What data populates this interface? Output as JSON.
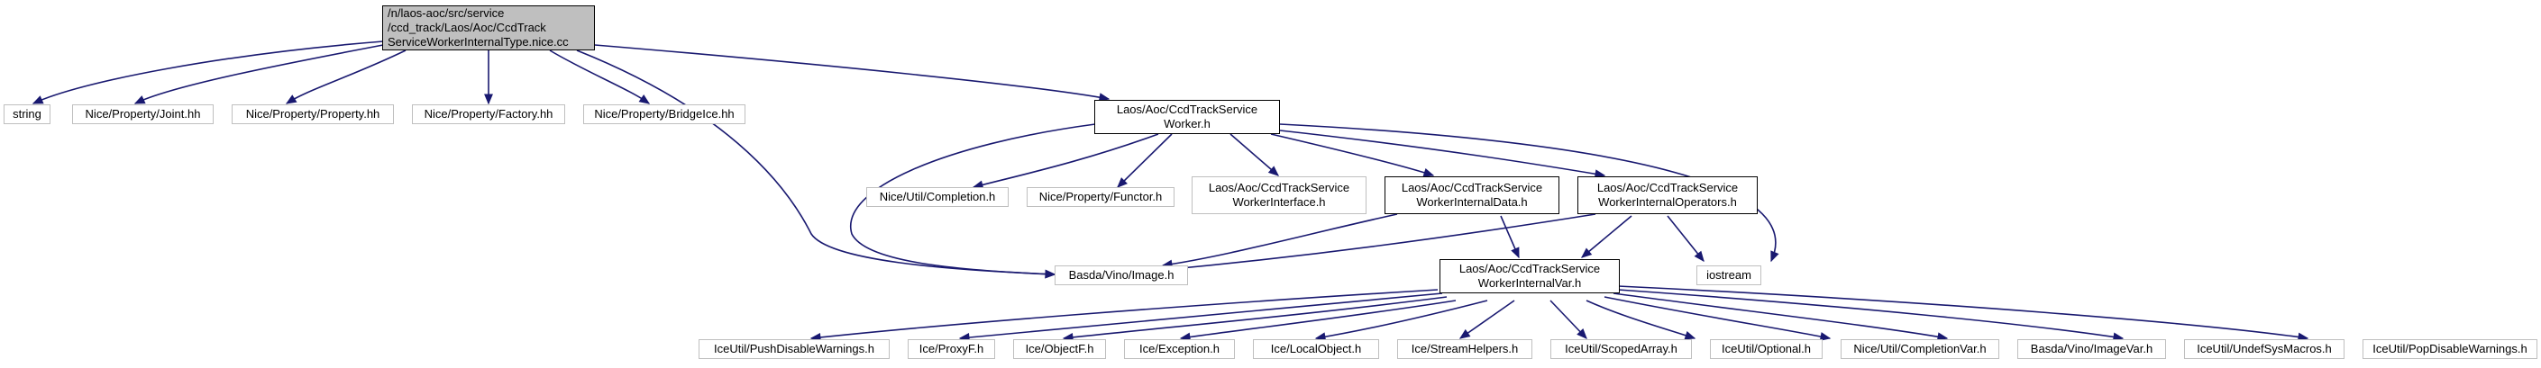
{
  "root": {
    "lines": [
      "/n/laos-aoc/src/service",
      "/ccd_track/Laos/Aoc/CcdTrack",
      "ServiceWorkerInternalType.nice.cc"
    ]
  },
  "level1": [
    {
      "label": "string"
    },
    {
      "label": "Nice/Property/Joint.hh"
    },
    {
      "label": "Nice/Property/Property.hh"
    },
    {
      "label": "Nice/Property/Factory.hh"
    },
    {
      "label": "Nice/Property/BridgeIce.hh"
    }
  ],
  "worker": {
    "lines": [
      "Laos/Aoc/CcdTrackService",
      "Worker.h"
    ]
  },
  "worker_deps": [
    {
      "label": "Nice/Util/Completion.h"
    },
    {
      "label": "Nice/Property/Functor.h"
    }
  ],
  "worker_interface": {
    "lines": [
      "Laos/Aoc/CcdTrackService",
      "WorkerInterface.h"
    ]
  },
  "internal_data": {
    "lines": [
      "Laos/Aoc/CcdTrackService",
      "WorkerInternalData.h"
    ]
  },
  "internal_operators": {
    "lines": [
      "Laos/Aoc/CcdTrackService",
      "WorkerInternalOperators.h"
    ]
  },
  "image": {
    "label": "Basda/Vino/Image.h"
  },
  "iostream": {
    "label": "iostream"
  },
  "internal_var": {
    "lines": [
      "Laos/Aoc/CcdTrackService",
      "WorkerInternalVar.h"
    ]
  },
  "var_deps": [
    {
      "label": "IceUtil/PushDisableWarnings.h"
    },
    {
      "label": "Ice/ProxyF.h"
    },
    {
      "label": "Ice/ObjectF.h"
    },
    {
      "label": "Ice/Exception.h"
    },
    {
      "label": "Ice/LocalObject.h"
    },
    {
      "label": "Ice/StreamHelpers.h"
    },
    {
      "label": "IceUtil/ScopedArray.h"
    },
    {
      "label": "IceUtil/Optional.h"
    },
    {
      "label": "Nice/Util/CompletionVar.h"
    },
    {
      "label": "Basda/Vino/ImageVar.h"
    },
    {
      "label": "IceUtil/UndefSysMacros.h"
    },
    {
      "label": "IceUtil/PopDisableWarnings.h"
    }
  ],
  "colors": {
    "edge": "#191970",
    "focus_fill": "#bfbfbf",
    "node_border": "#bfbfbf",
    "direct_border": "#000000"
  }
}
